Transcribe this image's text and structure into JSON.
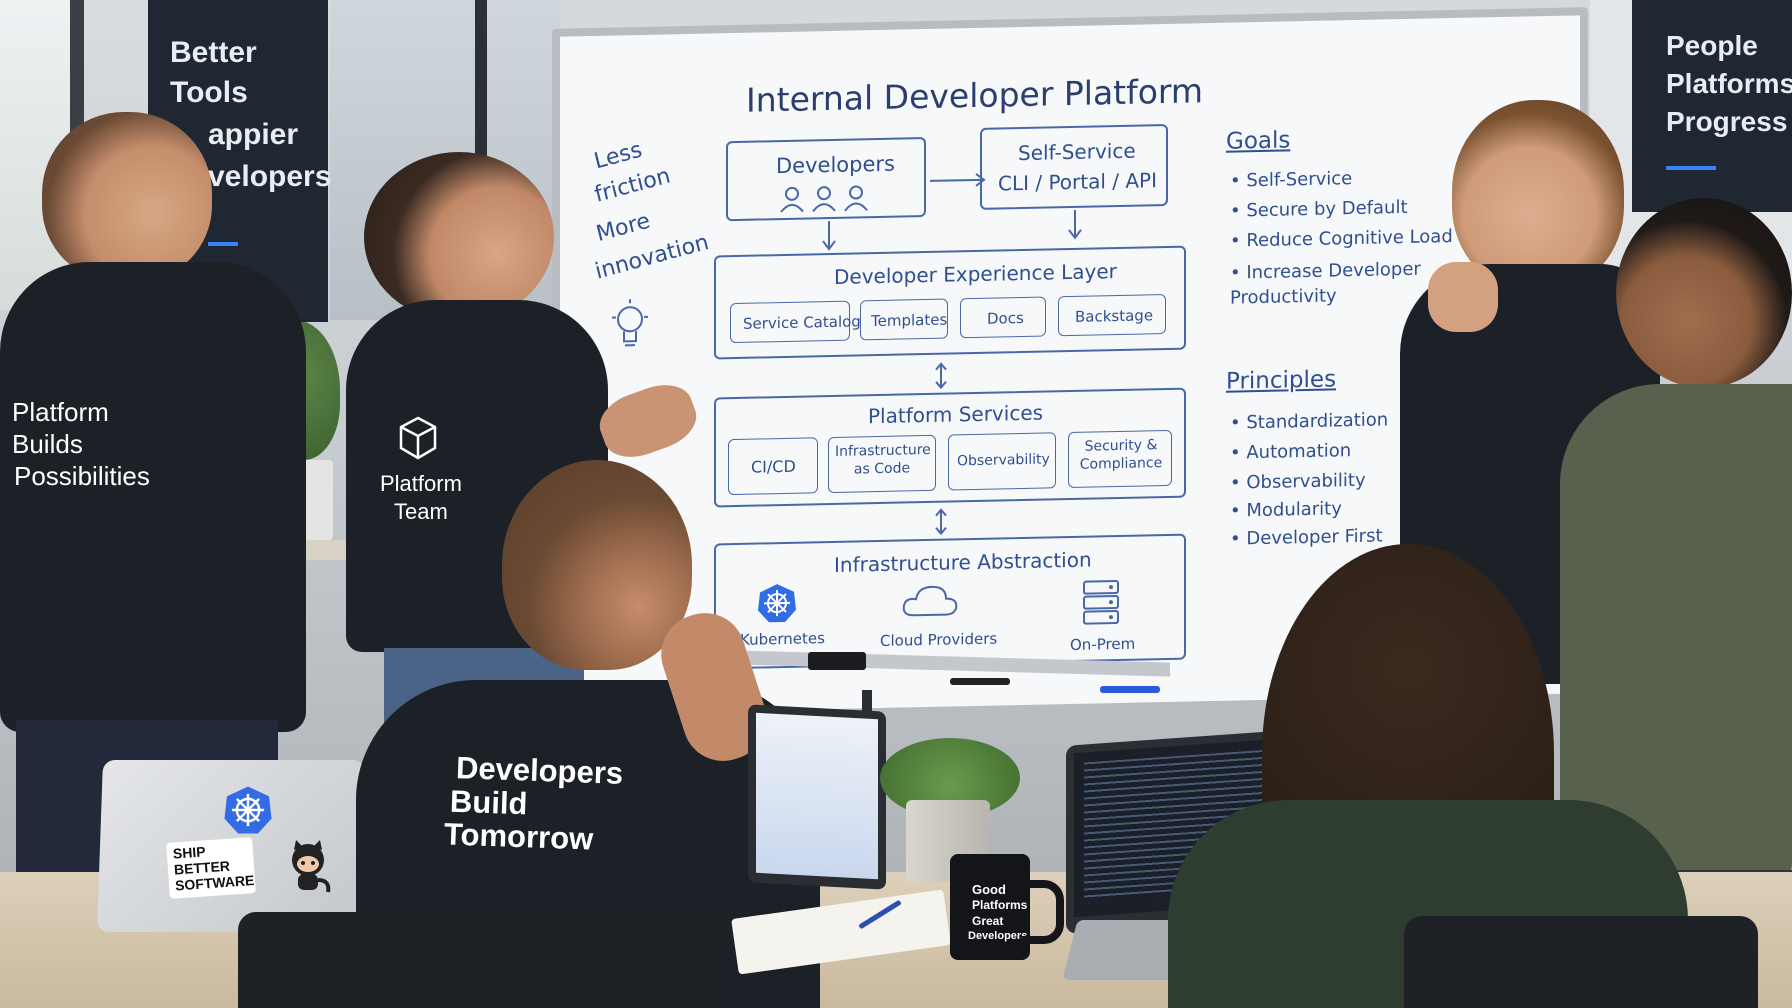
{
  "whiteboard": {
    "title": "Internal Developer Platform",
    "side_note": {
      "line1": "Less",
      "line2": "friction",
      "line3": "More",
      "line4": "innovation"
    },
    "developers": {
      "label": "Developers"
    },
    "self_service": {
      "line1": "Self-Service",
      "line2": "CLI / Portal / API"
    },
    "dx_layer": {
      "title": "Developer Experience Layer",
      "items": [
        "Service Catalog",
        "Templates",
        "Docs",
        "Backstage"
      ]
    },
    "platform_services": {
      "title": "Platform Services",
      "items": [
        "CI/CD",
        "Infrastructure as Code",
        "Observability",
        "Security & Compliance"
      ]
    },
    "infra": {
      "title": "Infrastructure Abstraction",
      "items": [
        "Kubernetes",
        "Cloud Providers",
        "On-Prem"
      ]
    },
    "goals": {
      "title": "Goals",
      "items": [
        "Self-Service",
        "Secure by Default",
        "Reduce Cognitive Load",
        "Increase Developer Productivity"
      ]
    },
    "principles": {
      "title": "Principles",
      "items": [
        "Standardization",
        "Automation",
        "Observability",
        "Modularity",
        "Developer First"
      ]
    }
  },
  "banners": {
    "left": {
      "line1": "Better",
      "line2": "Tools",
      "line3": "appier",
      "line4": "velopers"
    },
    "right": {
      "line1": "People",
      "line2": "Platforms",
      "line3": "Progress"
    }
  },
  "apparel": {
    "left_hoodie": {
      "line1": "Platform",
      "line2": "Builds",
      "line3": "Possibilities"
    },
    "center_hoodie": {
      "line1": "Platform",
      "line2": "Team"
    },
    "tshirt": {
      "line1": "Developers",
      "line2": "Build",
      "line3": "Tomorrow"
    }
  },
  "laptop_sticker": {
    "line1": "SHIP",
    "line2": "BETTER",
    "line3": "SOFTWARE"
  },
  "mug": {
    "line1": "Good",
    "line2": "Platforms",
    "line3": "Great",
    "line4": "Developers"
  },
  "colors": {
    "marker": "#2f4f8f",
    "whiteboard": "#f7f8fa",
    "banner": "#1f2733",
    "hoodie": "#1c2027",
    "kubernetes": "#326ce5"
  }
}
